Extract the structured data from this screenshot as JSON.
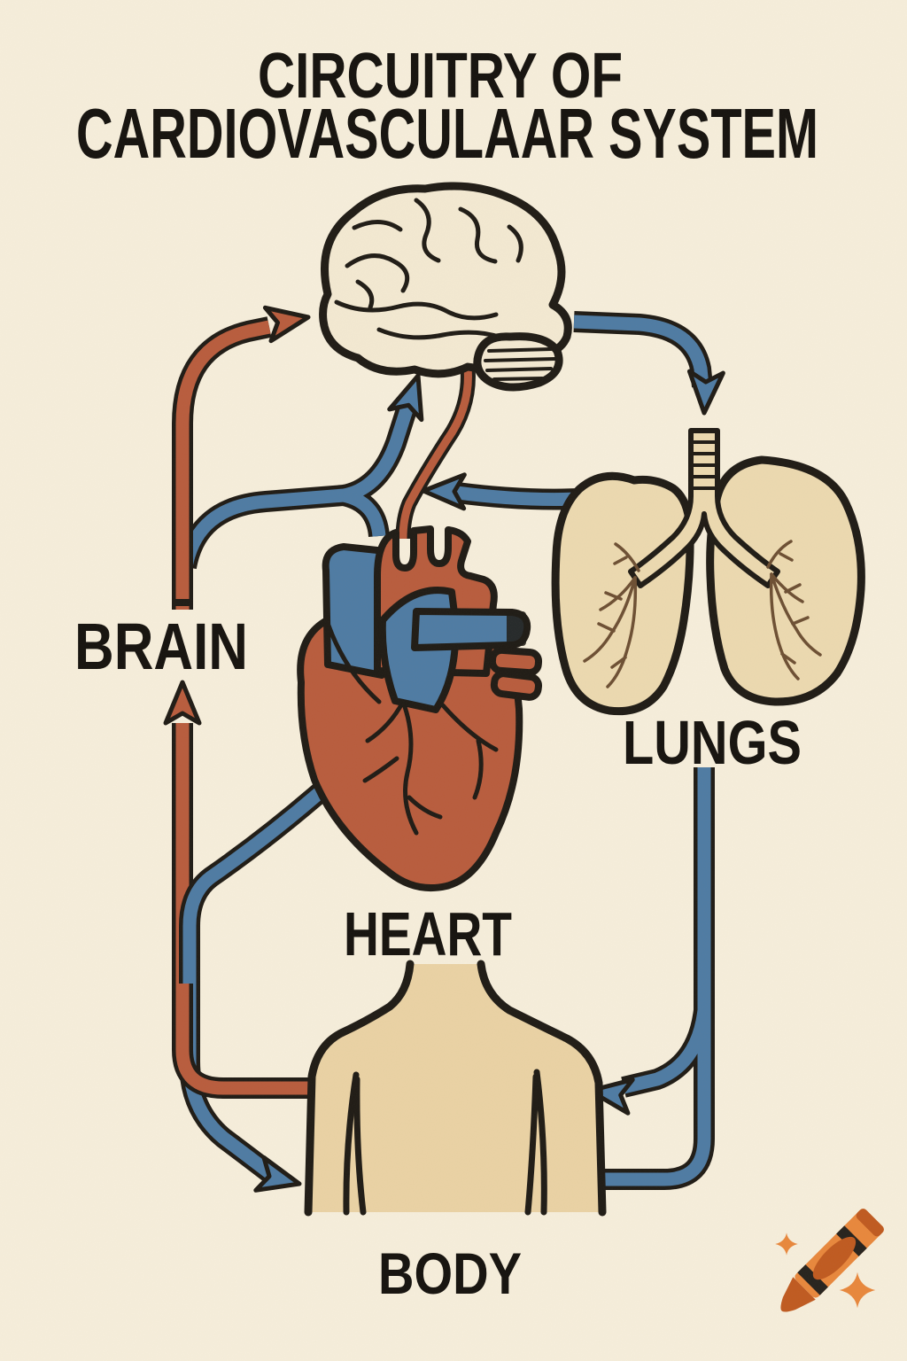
{
  "poster": {
    "title": {
      "line1": "CIRCUITRY OF",
      "line2": "CARDIOVASCULAAR SYSTEM"
    },
    "node_labels": {
      "brain": "BRAIN",
      "lungs": "LUNGS",
      "heart": "HEART",
      "body": "BODY"
    },
    "connections": [
      {
        "from": "BODY",
        "to": "BRAIN",
        "style": "red-artery-arrow"
      },
      {
        "from": "HEART",
        "to": "BRAIN",
        "style": "blue-vein-arrow"
      },
      {
        "from": "BRAIN",
        "to": "LUNGS",
        "style": "blue-vein-arrow"
      },
      {
        "from": "LUNGS",
        "to": "HEART",
        "style": "blue-vein-arrow"
      },
      {
        "from": "HEART",
        "to": "BODY",
        "style": "blue-vein-arrow"
      },
      {
        "from": "LUNGS",
        "to": "BODY",
        "style": "blue-vein-arrow"
      }
    ],
    "colors": {
      "background": "#f6eedb",
      "outline": "#1f1b15",
      "artery_red": "#b85c3d",
      "vein_blue": "#4e7ba3",
      "lung_tan": "#ecd9b0",
      "body_tan": "#ead2a4",
      "brain_cream": "#f3e9d2",
      "bronchi_brown": "#6d4f33",
      "text_ink": "#15120e",
      "logo_orange": "#e8873c",
      "logo_dark": "#bf5a20",
      "logo_stripe": "#26221d"
    }
  }
}
